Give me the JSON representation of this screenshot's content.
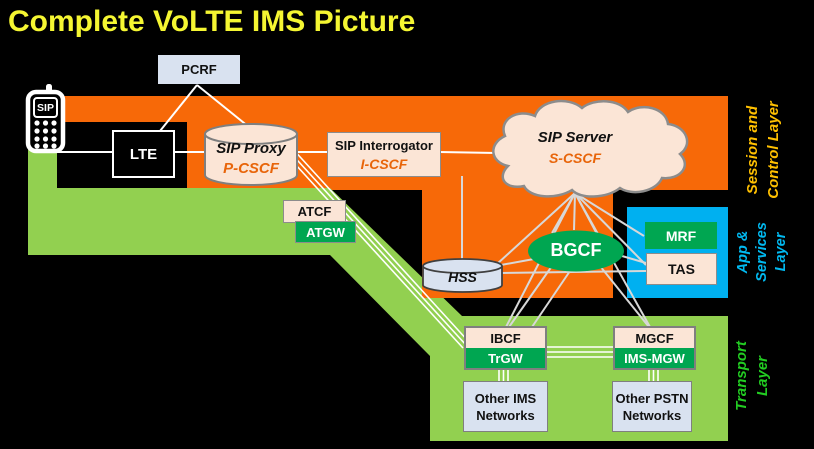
{
  "title": "Complete VoLTE IMS Picture",
  "colors": {
    "session_orange": "#F76908",
    "transport_green": "#92D050",
    "node_green": "#00A651",
    "app_blue": "#00B0F0",
    "peach": "#FBE5D6",
    "light_blue_box": "#D9E2F0",
    "accent_orange_text": "#E8650A",
    "title_yellow": "#F5F632",
    "label_gold": "#FFC000",
    "label_cyan": "#00B9F0",
    "label_green": "#22CC22",
    "line_gray": "#D8D8D8"
  },
  "device": {
    "label": "SIP"
  },
  "nodes": {
    "pcrf": "PCRF",
    "lte": "LTE",
    "sip_proxy": {
      "title": "SIP Proxy",
      "subtitle": "P-CSCF"
    },
    "sip_interrogator": {
      "title": "SIP Interrogator",
      "subtitle": "I-CSCF"
    },
    "sip_server": {
      "title": "SIP Server",
      "subtitle": "S-CSCF"
    },
    "atcf": "ATCF",
    "atgw": "ATGW",
    "hss": "HSS",
    "bgcf": "BGCF",
    "mrf": "MRF",
    "tas": "TAS",
    "ibcf": "IBCF",
    "trgw": "TrGW",
    "mgcf": "MGCF",
    "ims_mgw": "IMS-MGW",
    "other_ims": {
      "line1": "Other IMS",
      "line2": "Networks"
    },
    "other_pstn": {
      "line1": "Other PSTN",
      "line2": "Networks"
    }
  },
  "layers": {
    "session": {
      "line1": "Session and",
      "line2": "Control Layer"
    },
    "app": {
      "line1": "App &",
      "line2": "Services",
      "line3": "Layer"
    },
    "transport": {
      "line1": "Transport",
      "line2": "Layer"
    }
  }
}
